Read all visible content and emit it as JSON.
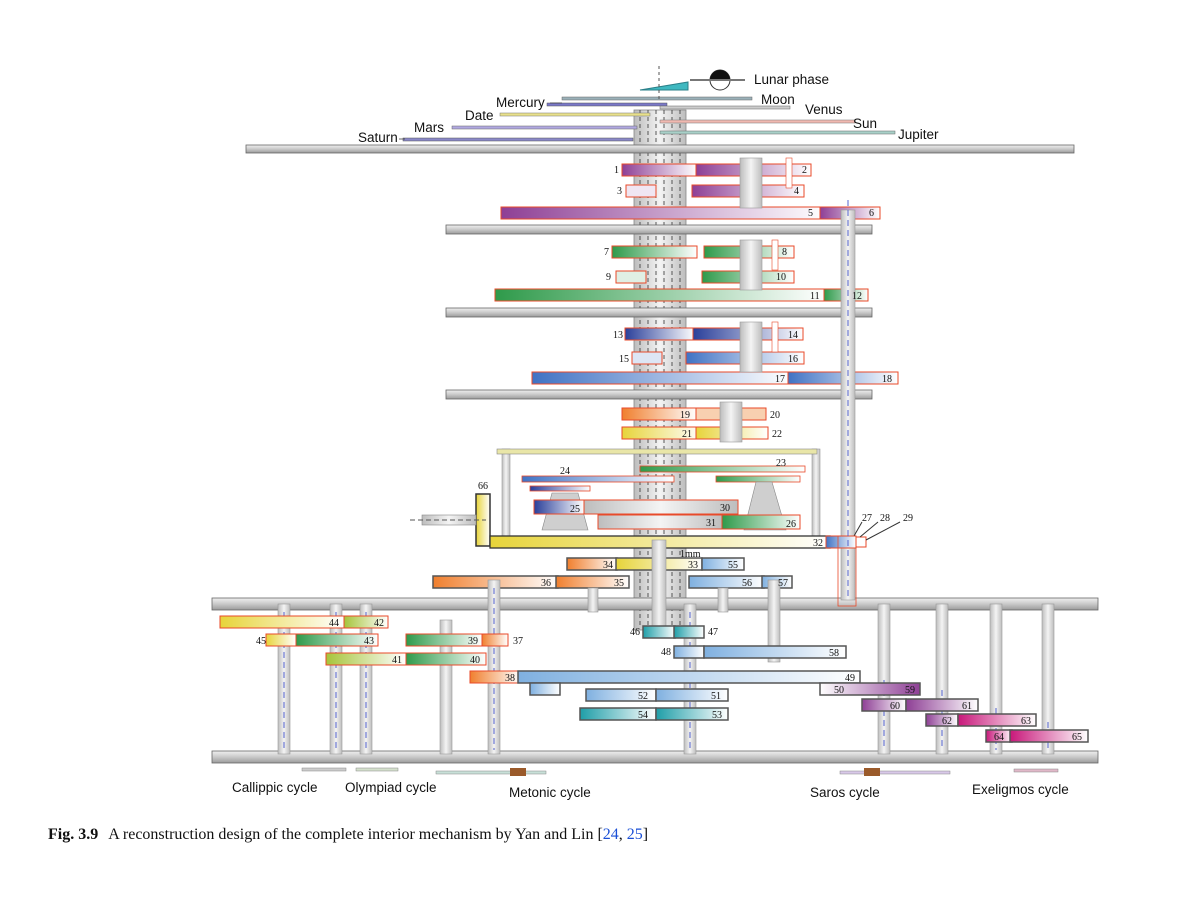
{
  "labels": {
    "lunar_phase": "Lunar phase",
    "moon": "Moon",
    "mercury": "Mercury",
    "venus": "Venus",
    "date": "Date",
    "sun": "Sun",
    "mars": "Mars",
    "jupiter": "Jupiter",
    "saturn": "Saturn",
    "scale": "1mm"
  },
  "cycles": {
    "callippic": "Callippic cycle",
    "olympiad": "Olympiad cycle",
    "metonic": "Metonic cycle",
    "saros": "Saros cycle",
    "exeligmos": "Exeligmos cycle"
  },
  "gear_numbers": [
    "1",
    "2",
    "3",
    "4",
    "5",
    "6",
    "7",
    "8",
    "9",
    "10",
    "11",
    "12",
    "13",
    "14",
    "15",
    "16",
    "17",
    "18",
    "19",
    "20",
    "21",
    "22",
    "23",
    "24",
    "25",
    "26",
    "27",
    "28",
    "29",
    "30",
    "31",
    "32",
    "33",
    "34",
    "35",
    "36",
    "37",
    "38",
    "39",
    "40",
    "41",
    "42",
    "43",
    "44",
    "45",
    "46",
    "47",
    "48",
    "49",
    "50",
    "51",
    "52",
    "53",
    "54",
    "55",
    "56",
    "57",
    "58",
    "59",
    "60",
    "61",
    "62",
    "63",
    "64",
    "65",
    "66"
  ],
  "caption": {
    "fig_no": "Fig. 3.9",
    "text": "A reconstruction design of the complete interior mechanism by Yan and Lin",
    "ref_open": "[",
    "ref1": "24",
    "ref_sep": ", ",
    "ref2": "25",
    "ref_close": "]"
  },
  "colors": {
    "purple": "#8e3f95",
    "green": "#2e9a4a",
    "navy": "#2a3f9a",
    "blue": "#3f72c4",
    "orange": "#f07f2e",
    "yellow": "#e7d43a",
    "lightblue": "#7fb0e0",
    "teal": "#1f9ea8",
    "olive": "#a6c43a",
    "magenta": "#c8187a",
    "outline": "#e84a2a",
    "plate": "#d9d9d9"
  }
}
